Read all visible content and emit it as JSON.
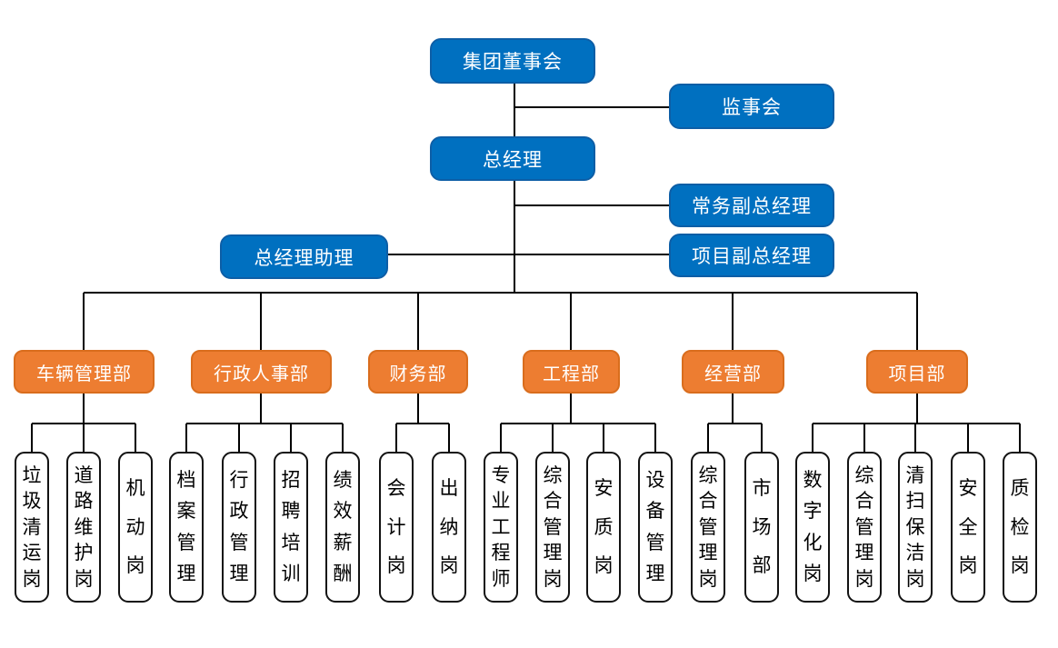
{
  "colors": {
    "executive_fill": "#0070C0",
    "executive_text": "#FFFFFF",
    "department_fill": "#ED7D31",
    "department_text": "#FFFFFF",
    "position_fill": "#FFFFFF",
    "position_text": "#000000",
    "connector": "#000000"
  },
  "executives": {
    "board": {
      "label": "集团董事会"
    },
    "supervisory": {
      "label": "监事会"
    },
    "gm": {
      "label": "总经理"
    },
    "deputy_exec": {
      "label": "常务副总经理"
    },
    "deputy_project": {
      "label": "项目副总经理"
    },
    "gm_assistant": {
      "label": "总经理助理"
    }
  },
  "departments": [
    {
      "label": "车辆管理部",
      "children": [
        {
          "label": "垃圾清运岗"
        },
        {
          "label": "道路维护岗"
        },
        {
          "label": "机动岗"
        }
      ]
    },
    {
      "label": "行政人事部",
      "children": [
        {
          "label": "档案管理"
        },
        {
          "label": "行政管理"
        },
        {
          "label": "招聘培训"
        },
        {
          "label": "绩效薪酬"
        }
      ]
    },
    {
      "label": "财务部",
      "children": [
        {
          "label": "会计岗"
        },
        {
          "label": "出纳岗"
        }
      ]
    },
    {
      "label": "工程部",
      "children": [
        {
          "label": "专业工程师"
        },
        {
          "label": "综合管理岗"
        },
        {
          "label": "安质岗"
        },
        {
          "label": "设备管理"
        }
      ]
    },
    {
      "label": "经营部",
      "children": [
        {
          "label": "综合管理岗"
        },
        {
          "label": "市场部"
        }
      ]
    },
    {
      "label": "项目部",
      "children": [
        {
          "label": "数字化岗"
        },
        {
          "label": "综合管理岗"
        },
        {
          "label": "清扫保洁岗"
        },
        {
          "label": "安全岗"
        },
        {
          "label": "质检岗"
        }
      ]
    }
  ]
}
